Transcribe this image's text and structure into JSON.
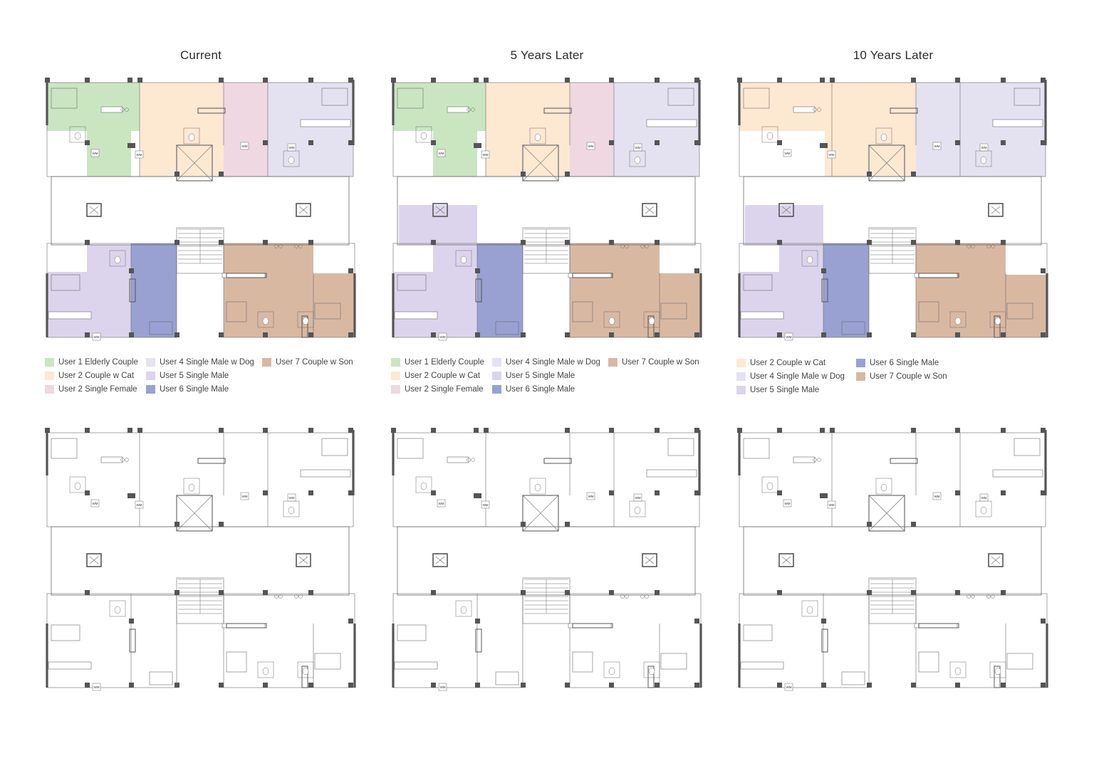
{
  "titles": [
    "Current",
    "5 Years Later",
    "10 Years Later"
  ],
  "colors": {
    "green": "#c9e6c1",
    "peach": "#fde8d2",
    "pink": "#efd8e1",
    "lavender": "#e4e2f1",
    "lilac": "#dcd4ec",
    "blue": "#98a1d2",
    "brown": "#d9b8a2",
    "line": "#6b6b6b",
    "wall": "#555555"
  },
  "wm_label": "WM",
  "legends": {
    "current": [
      {
        "label": "User 1  Elderly Couple",
        "color": "#c9e6c1"
      },
      {
        "label": "User 2 Couple w Cat",
        "color": "#fde8d2"
      },
      {
        "label": "User 2 Single Female",
        "color": "#efd8e1"
      },
      {
        "label": "User 4 Single Male w Dog",
        "color": "#e4e2f1"
      },
      {
        "label": "User 5  Single Male",
        "color": "#dcd4ec"
      },
      {
        "label": "User 6 Single Male",
        "color": "#98a1d2"
      },
      {
        "label": "User 7 Couple w Son",
        "color": "#d9b8a2"
      }
    ],
    "five": [
      {
        "label": "User 1  Elderly Couple",
        "color": "#c9e6c1"
      },
      {
        "label": "User 2 Couple w Cat",
        "color": "#fde8d2"
      },
      {
        "label": "User 2 Single Female",
        "color": "#efd8e1"
      },
      {
        "label": "User 4 Single Male w Dog",
        "color": "#e4e2f1"
      },
      {
        "label": "User 5  Single Male",
        "color": "#dcd4ec"
      },
      {
        "label": "User 6 Single Male",
        "color": "#98a1d2"
      },
      {
        "label": "User 7 Couple w Son",
        "color": "#d9b8a2"
      }
    ],
    "ten": [
      {
        "label": "User 2 Couple w Cat",
        "color": "#fde8d2"
      },
      {
        "label": "User 4 Single Male w Dog",
        "color": "#e4e2f1"
      },
      {
        "label": "User 5  Single Male",
        "color": "#dcd4ec"
      },
      {
        "label": "User 6 Single Male",
        "color": "#98a1d2"
      },
      {
        "label": "User 7 Couple w Son",
        "color": "#d9b8a2"
      }
    ]
  }
}
